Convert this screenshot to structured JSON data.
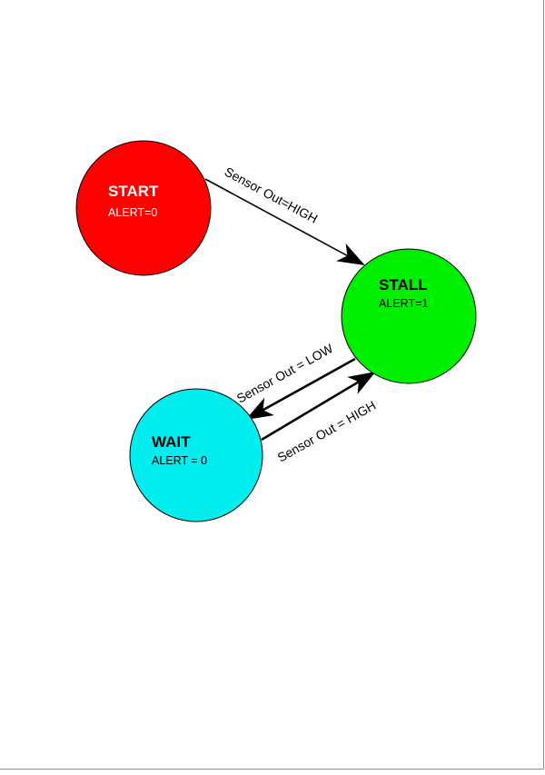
{
  "diagram": {
    "states": [
      {
        "id": "start",
        "name": "START",
        "output": "ALERT=0",
        "fill": "#ff0000",
        "text_color": "#ffffff"
      },
      {
        "id": "stall",
        "name": "STALL",
        "output": "ALERT=1",
        "fill": "#00ee00",
        "text_color": "#000000"
      },
      {
        "id": "wait",
        "name": "WAIT",
        "output": "ALERT = 0",
        "fill": "#00eeee",
        "text_color": "#000000"
      }
    ],
    "transitions": [
      {
        "from": "START",
        "to": "STALL",
        "label": "Sensor Out=HIGH"
      },
      {
        "from": "STALL",
        "to": "WAIT",
        "label": "Sensor Out = LOW"
      },
      {
        "from": "WAIT",
        "to": "STALL",
        "label": "Sensor Out = HIGH"
      }
    ],
    "colors": {
      "stroke": "#000000",
      "page_edge": "#8a8a8a"
    }
  }
}
